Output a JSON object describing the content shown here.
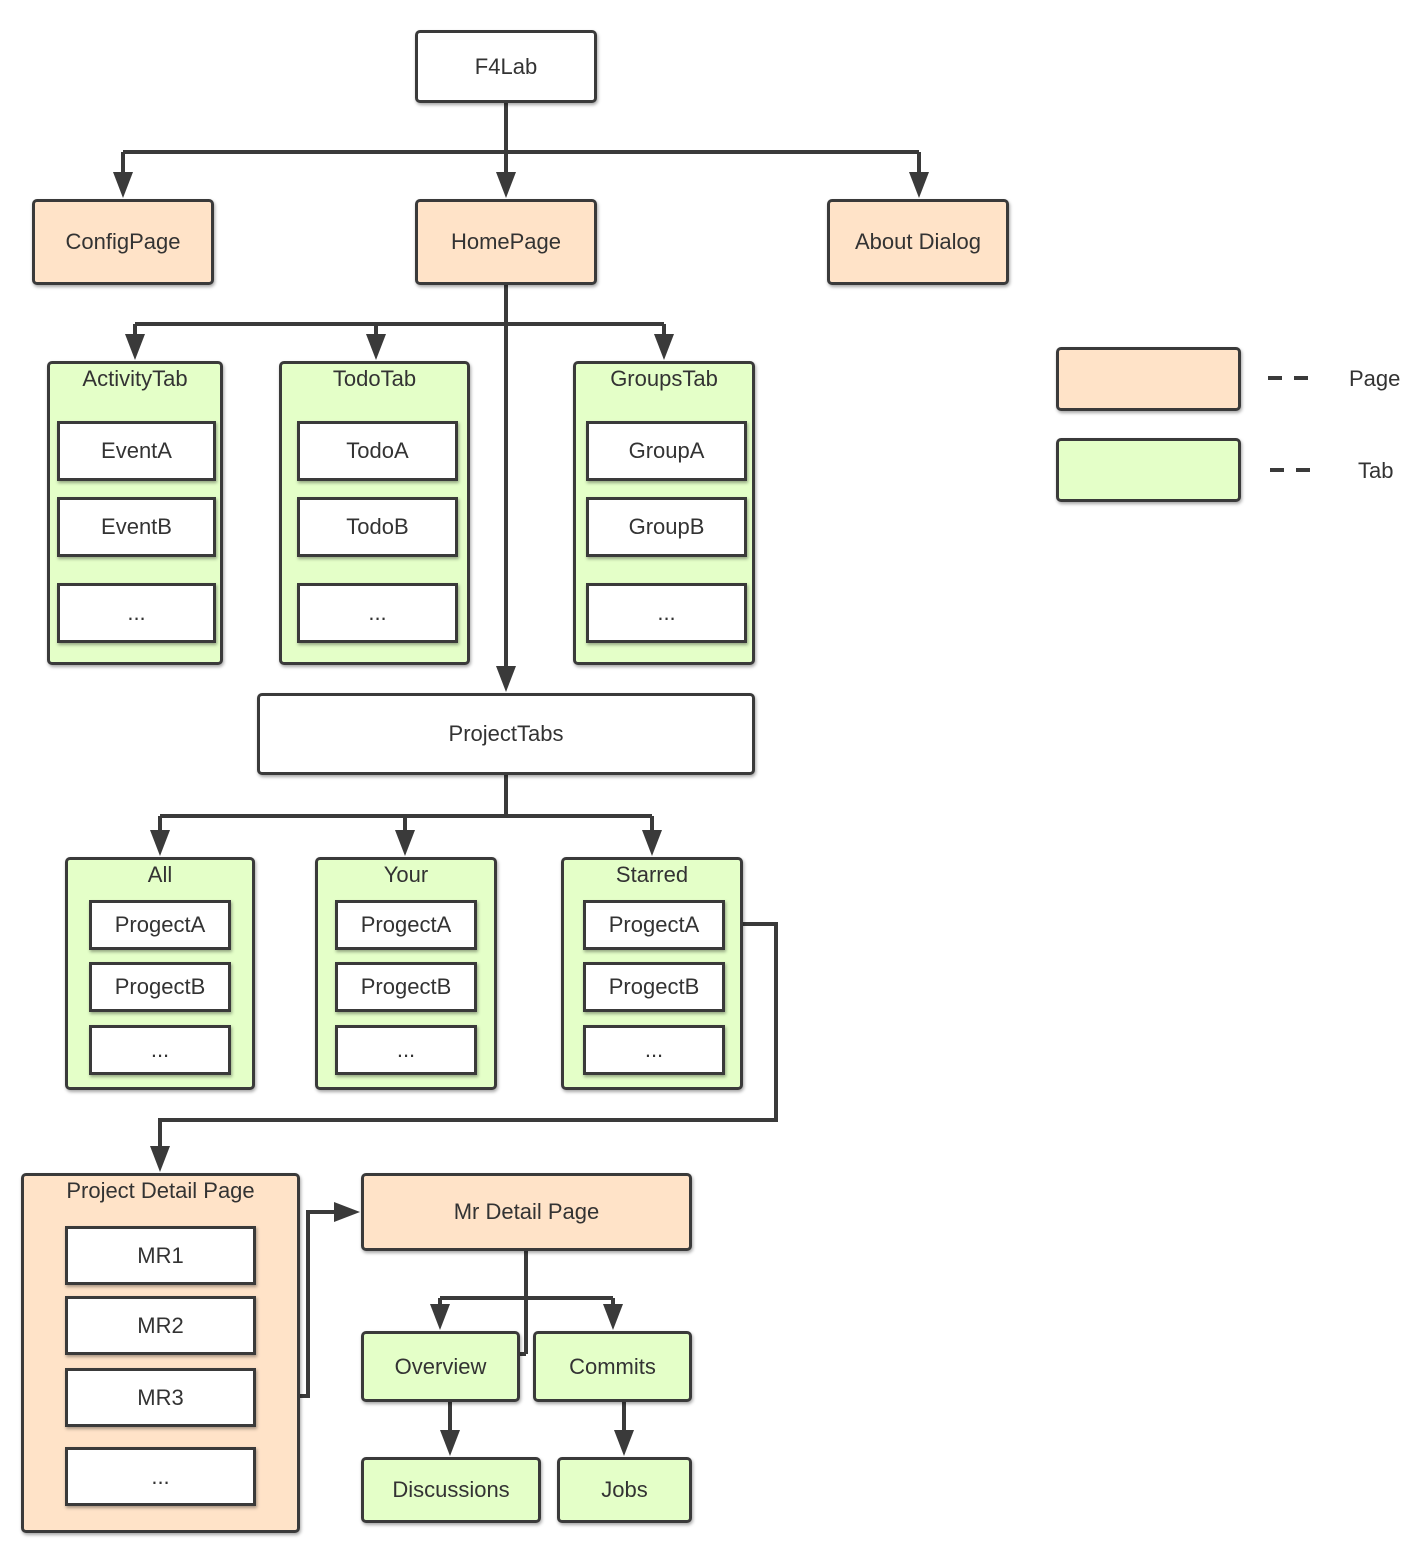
{
  "root": "F4Lab",
  "pages": {
    "config": "ConfigPage",
    "home": "HomePage",
    "about": "About Dialog"
  },
  "home_tabs": {
    "activity": {
      "title": "ActivityTab",
      "items": [
        "EventA",
        "EventB",
        "..."
      ]
    },
    "todo": {
      "title": "TodoTab",
      "items": [
        "TodoA",
        "TodoB",
        "..."
      ]
    },
    "groups": {
      "title": "GroupsTab",
      "items": [
        "GroupA",
        "GroupB",
        "..."
      ]
    }
  },
  "project_tabs": "ProjectTabs",
  "project_tab_groups": {
    "all": {
      "title": "All",
      "items": [
        "ProgectA",
        "ProgectB",
        "..."
      ]
    },
    "your": {
      "title": "Your",
      "items": [
        "ProgectA",
        "ProgectB",
        "..."
      ]
    },
    "starred": {
      "title": "Starred",
      "items": [
        "ProgectA",
        "ProgectB",
        "..."
      ]
    }
  },
  "project_detail": {
    "title": "Project Detail Page",
    "items": [
      "MR1",
      "MR2",
      "MR3",
      "..."
    ]
  },
  "mr_detail": {
    "title": "Mr Detail Page",
    "tabs": {
      "overview": "Overview",
      "commits": "Commits",
      "discussions": "Discussions",
      "jobs": "Jobs"
    }
  },
  "legend": {
    "page_label": "Page",
    "tab_label": "Tab"
  },
  "colors": {
    "page_fill": "#ffe3c8",
    "tab_fill": "#e4ffc8",
    "stroke": "#3a3a3a"
  }
}
